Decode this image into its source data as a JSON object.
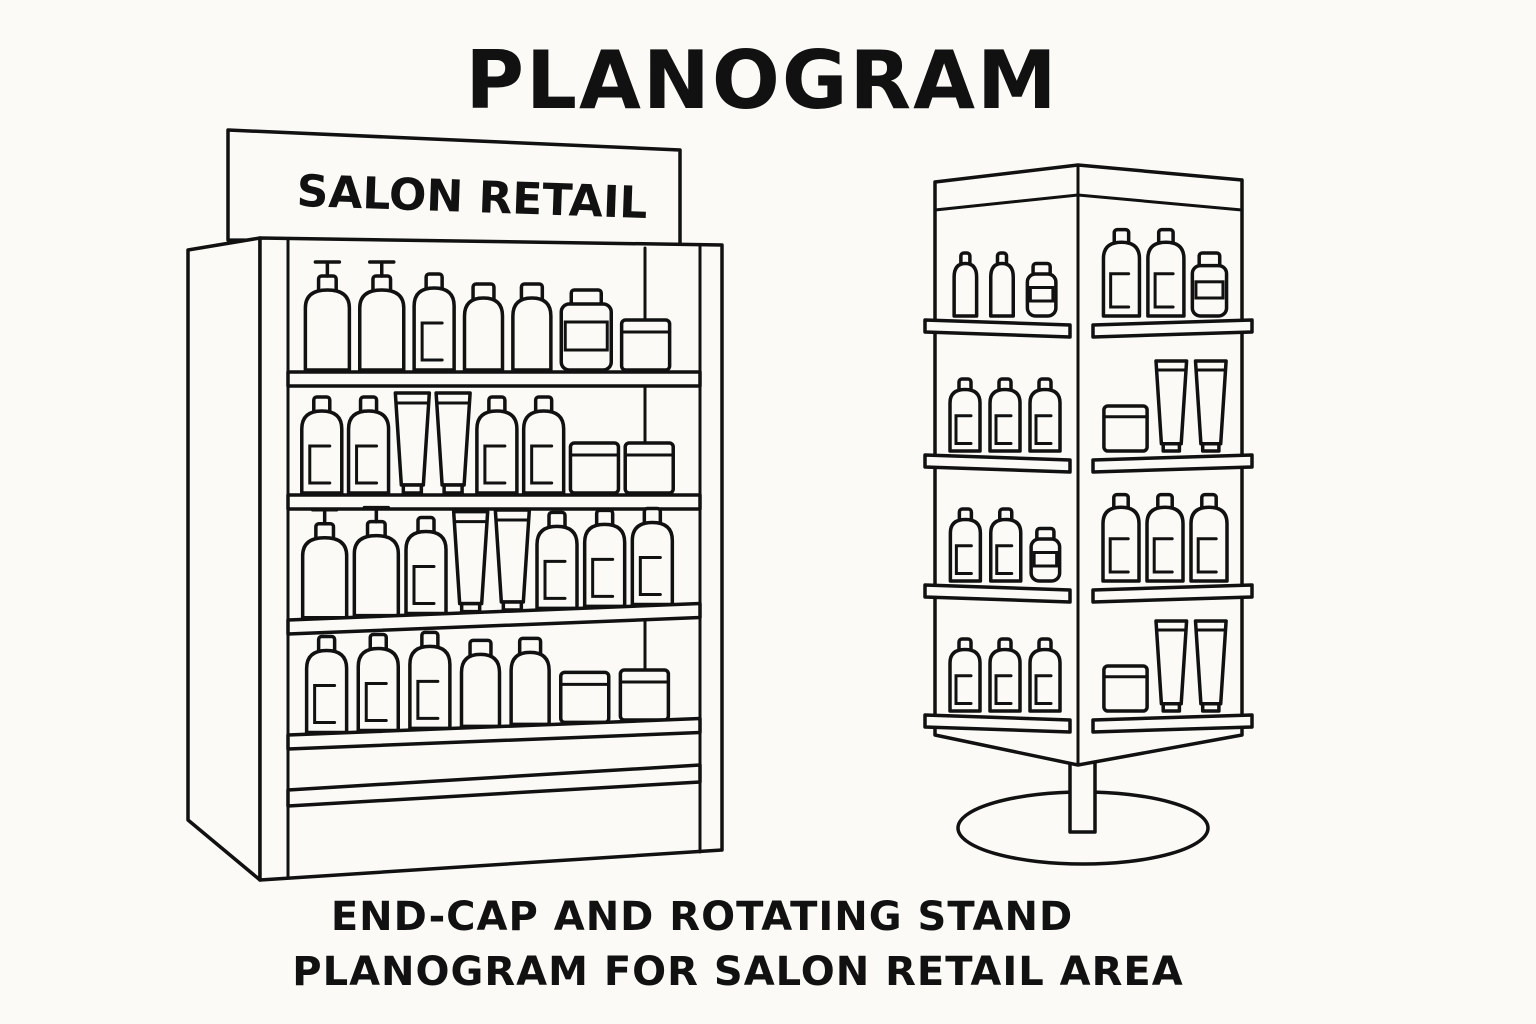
{
  "title": "PLANOGRAM",
  "endcap": {
    "sign": "SALON RETAIL",
    "shelves": [
      [
        "pump-bottle",
        "pump-bottle",
        "labeled-bottle",
        "small-bottle",
        "small-bottle",
        "large-jar",
        "tub"
      ],
      [
        "labeled-bottle",
        "labeled-bottle",
        "tube",
        "tube",
        "labeled-bottle",
        "labeled-bottle",
        "tub",
        "tub"
      ],
      [
        "pump-bottle",
        "pump-bottle",
        "labeled-bottle",
        "tube",
        "tube",
        "labeled-bottle",
        "labeled-bottle",
        "labeled-bottle"
      ],
      [
        "labeled-bottle",
        "labeled-bottle",
        "labeled-bottle",
        "small-bottle",
        "small-bottle",
        "tub",
        "tub"
      ]
    ]
  },
  "rotating_stand": {
    "left_face": [
      [
        "bottle",
        "bottle",
        "jar"
      ],
      [
        "labeled-bottle",
        "labeled-bottle",
        "labeled-bottle"
      ],
      [
        "labeled-bottle",
        "labeled-bottle",
        "jar"
      ],
      [
        "labeled-bottle",
        "labeled-bottle",
        "labeled-bottle"
      ]
    ],
    "right_face": [
      [
        "labeled-bottle",
        "labeled-bottle",
        "jar"
      ],
      [
        "tub",
        "tube",
        "tube"
      ],
      [
        "labeled-bottle",
        "labeled-bottle",
        "labeled-bottle"
      ],
      [
        "tub",
        "tube",
        "tube"
      ]
    ]
  },
  "caption": {
    "line1": "END-CAP AND ROTATING STAND",
    "line2": "PLANOGRAM FOR SALON RETAIL AREA"
  }
}
